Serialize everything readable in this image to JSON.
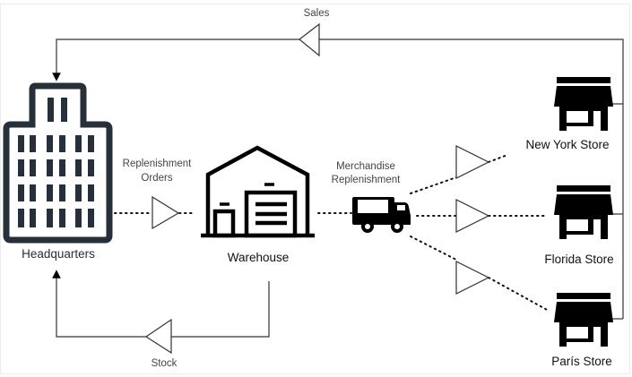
{
  "title": "Retail supply chain flow diagram",
  "nodes": {
    "headquarters": {
      "label": "Headquarters",
      "icon": "office-building-icon",
      "color": "#262f3a"
    },
    "warehouse": {
      "label": "Warehouse",
      "icon": "warehouse-icon",
      "color": "#000000"
    },
    "truck": {
      "icon": "delivery-truck-icon",
      "color": "#000000"
    },
    "stores": [
      {
        "label": "New York Store",
        "icon": "store-icon"
      },
      {
        "label": "Florida Store",
        "icon": "store-icon"
      },
      {
        "label": "París Store",
        "icon": "store-icon"
      }
    ]
  },
  "flows": {
    "sales": {
      "label": "Sales",
      "style": "solid"
    },
    "replenishment_orders": {
      "line1": "Replenishment",
      "line2": "Orders",
      "style": "dotted"
    },
    "merchandise_replenishment": {
      "line1": "Merchandise",
      "line2": "Replenishment",
      "style": "dotted"
    },
    "stock": {
      "label": "Stock",
      "style": "solid"
    }
  },
  "colors": {
    "line": "#333333",
    "icon_dark": "#262f3a",
    "icon_black": "#000000"
  }
}
